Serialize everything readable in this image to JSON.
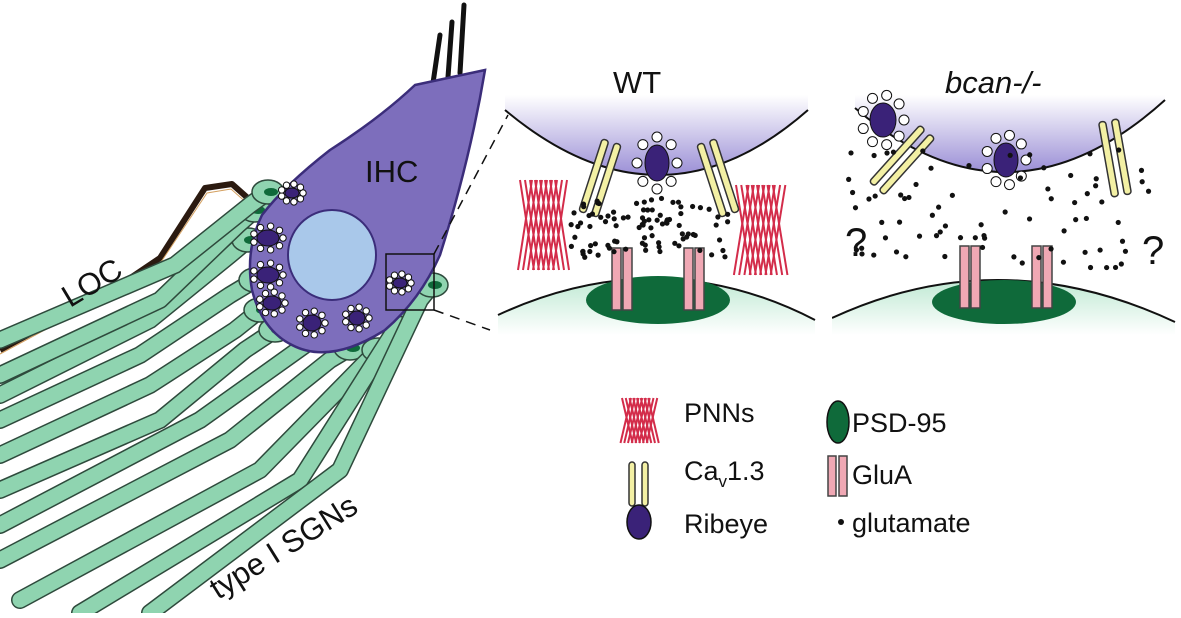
{
  "colors": {
    "ihc_fill": "#7d6ebc",
    "ihc_stroke": "#3b2d7a",
    "nucleus": "#a9c8ea",
    "ribeye": "#3a2278",
    "sgn_fill": "#8fd4b0",
    "sgn_stroke": "#2e4a3c",
    "psd95": "#0f6a3a",
    "glua": "#f0a8b4",
    "cav": "#f3f0a4",
    "pnn": "#d32c4a",
    "loc": "#2b1a10",
    "hair_cell_gradient_top": "#9b8fd6",
    "postsyn_gradient": "#cfeede"
  },
  "labels": {
    "loc": "LOC",
    "ihc": "IHC",
    "sgn": "type I SGNs",
    "wt": "WT",
    "ko": "bcan-/-",
    "unknown_mark": "?"
  },
  "legend": {
    "pnns": "PNNs",
    "cav_main": "Ca",
    "cav_sub": "v",
    "cav_tail": "1.3",
    "ribeye": "Ribeye",
    "psd95": "PSD-95",
    "glua": "GluA",
    "glutamate": "glutamate"
  }
}
